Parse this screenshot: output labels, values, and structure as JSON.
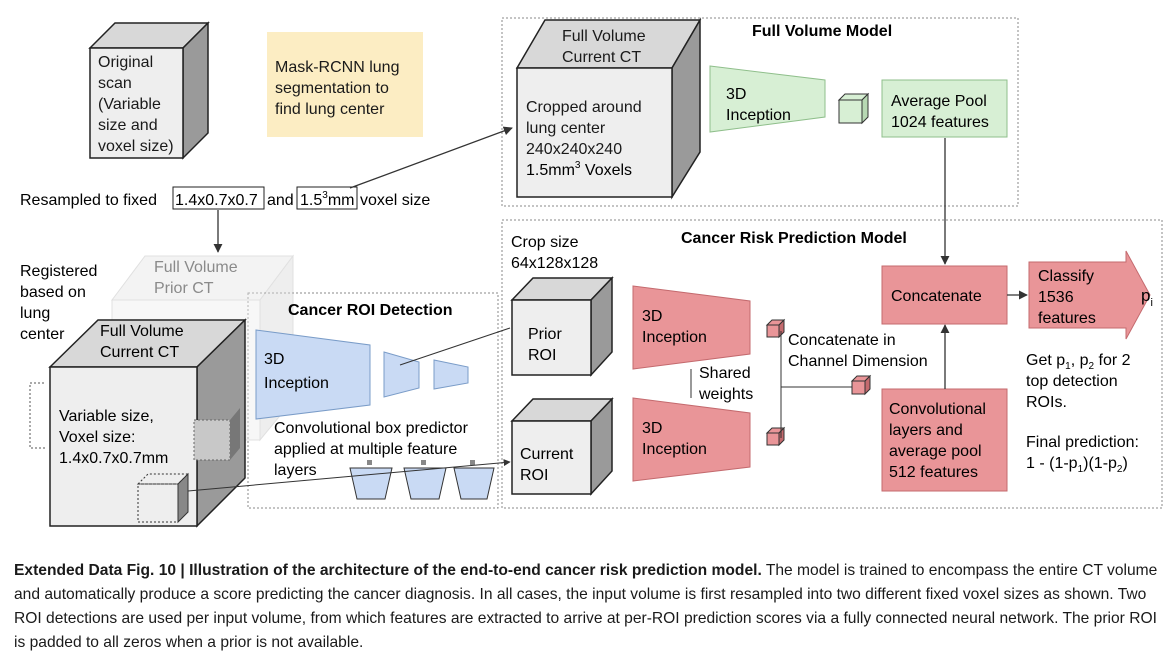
{
  "colors": {
    "blue_fill": "#c9daf4",
    "blue_stroke": "#7a9cc8",
    "green_fill": "#d7efd4",
    "green_stroke": "#8fbf8b",
    "red_fill": "#e99598",
    "red_stroke": "#c46a6e",
    "yellow_fill": "#fcedc3",
    "cube_front": "#eeeeee",
    "cube_side": "#9a9a9a",
    "cube_top": "#d8d8d8"
  },
  "original_scan": [
    "Original",
    "scan",
    "(Variable",
    "size and",
    "voxel size)"
  ],
  "mask_rcnn": [
    "Mask-RCNN lung",
    "segmentation to",
    "find lung center"
  ],
  "resample": {
    "prefix": "Resampled to fixed",
    "size1": "1.4x0.7x0.7",
    "mid": "and",
    "size2_base": "1.5",
    "size2_sup": "3",
    "size2_unit": "mm",
    "suffix": "voxel size"
  },
  "full_volume_model": {
    "title": "Full Volume Model",
    "cube_label": [
      "Full Volume",
      "Current CT"
    ],
    "cube_text": [
      "Cropped around",
      "lung center",
      "240x240x240"
    ],
    "voxels_base": "1.5mm",
    "voxels_sup": "3",
    "voxels_suffix": " Voxels",
    "inception": [
      "3D",
      "Inception"
    ],
    "avgpool": [
      "Average Pool",
      "1024 features"
    ]
  },
  "left": {
    "registered": [
      "Registered",
      "based on",
      "lung",
      "center"
    ],
    "prior_ct": [
      "Full Volume",
      "Prior CT"
    ],
    "current_ct": [
      "Full Volume",
      "Current CT"
    ],
    "variable": [
      "Variable size,",
      "Voxel size:",
      "1.4x0.7x0.7mm"
    ]
  },
  "roi_detection": {
    "title": "Cancer ROI Detection",
    "inception": [
      "3D",
      "Inception"
    ],
    "box_predictor": [
      "Convolutional box predictor",
      "applied at multiple feature",
      "layers"
    ]
  },
  "crop_size": [
    "Crop size",
    "64x128x128"
  ],
  "prior_roi": [
    "Prior",
    "ROI"
  ],
  "current_roi": [
    "Current",
    "ROI"
  ],
  "risk_model": {
    "title": "Cancer Risk Prediction Model",
    "inception_top": [
      "3D",
      "Inception"
    ],
    "inception_bottom": [
      "3D",
      "Inception"
    ],
    "shared_weights": [
      "Shared",
      "weights"
    ],
    "concat_channel": [
      "Concatenate in",
      "Channel Dimension"
    ],
    "conv_layers": [
      "Convolutional",
      "layers and",
      "average pool",
      "512 features"
    ],
    "concatenate": "Concatenate",
    "classify": [
      "Classify",
      "1536",
      "features"
    ],
    "p_out_base": "p",
    "p_out_sub": "i",
    "get_p": {
      "l1a": "Get p",
      "l1s1": "1",
      "l1b": ", p",
      "l1s2": "2",
      "l1c": " for 2",
      "l2": "top detection",
      "l3": "ROIs."
    },
    "final": {
      "l1": "Final prediction:",
      "l2a": "1 - (1-p",
      "l2s1": "1",
      "l2b": ")(1-p",
      "l2s2": "2",
      "l2c": ")"
    }
  },
  "caption": {
    "bold": "Extended Data Fig. 10 | Illustration of the architecture of the end-to-end cancer risk prediction model.",
    "text": " The model is trained to encompass the entire CT volume and automatically produce a score predicting the cancer diagnosis. In all cases, the input volume is first resampled into two different fixed voxel sizes as shown. Two ROI detections are used per input volume, from which features are extracted to arrive at per-ROI prediction scores via a fully connected neural network. The prior ROI is padded to all zeros when a prior is not available."
  }
}
